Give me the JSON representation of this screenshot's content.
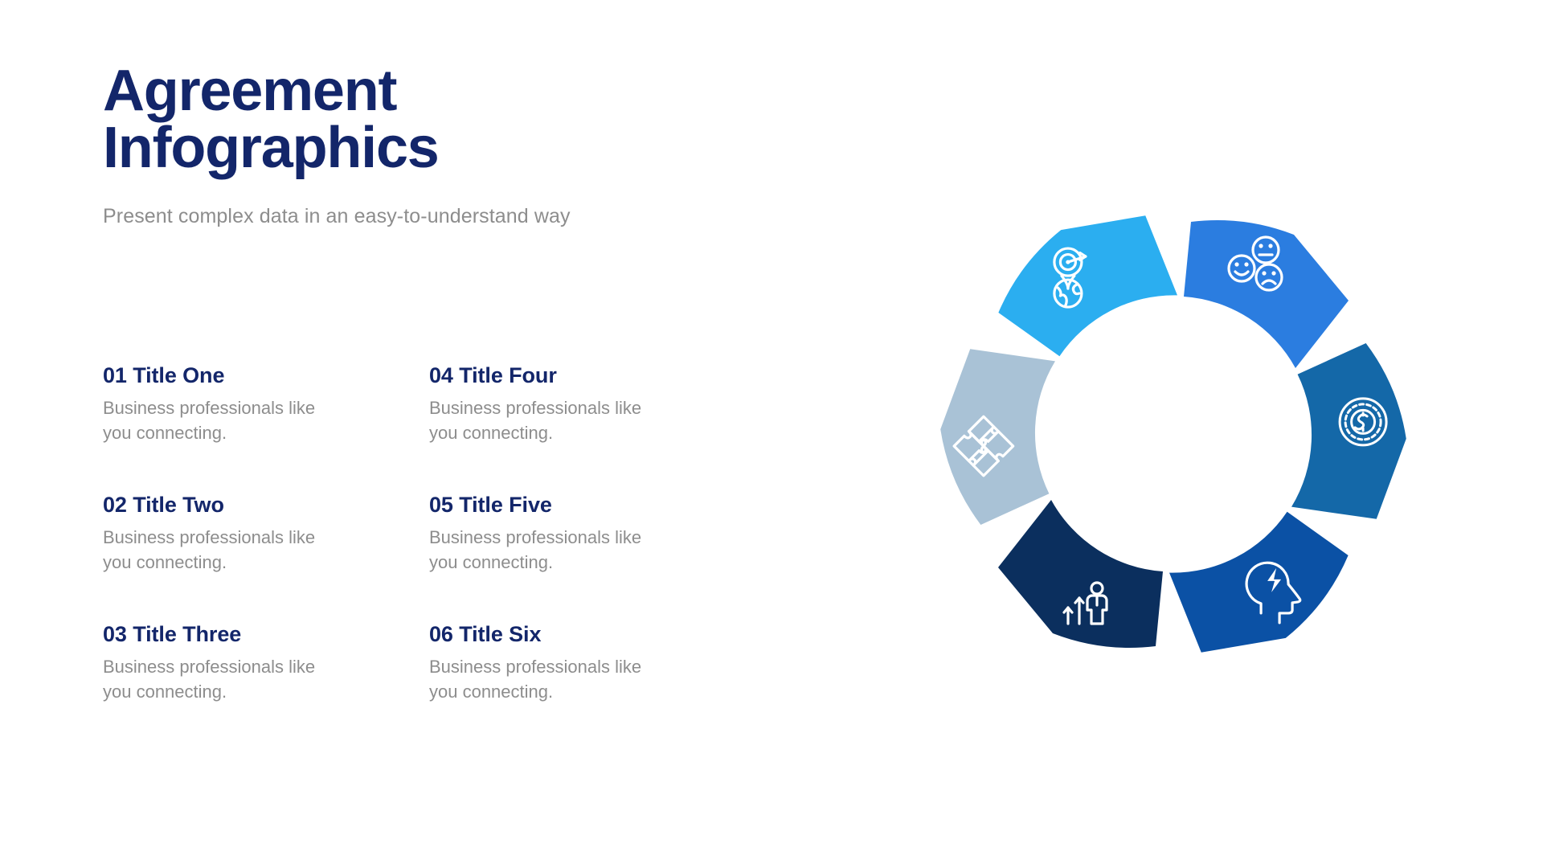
{
  "header": {
    "title_line_1": "Agreement",
    "title_line_2": "Infographics",
    "subtitle": "Present complex data in an easy-to-understand way",
    "title_color": "#13266a",
    "subtitle_color": "#8d8d8d"
  },
  "items": [
    {
      "title": "01 Title One",
      "desc": "Business professionals like you connecting."
    },
    {
      "title": "04 Title Four",
      "desc": "Business professionals like you connecting."
    },
    {
      "title": "02 Title Two",
      "desc": "Business professionals like you connecting."
    },
    {
      "title": "05 Title Five",
      "desc": "Business professionals like you connecting."
    },
    {
      "title": "03 Title Three",
      "desc": "Business professionals like you connecting."
    },
    {
      "title": "06 Title Six",
      "desc": "Business professionals like you connecting."
    }
  ],
  "chart_data": {
    "type": "pie",
    "title": "Agreement Infographics cycle",
    "layout": "six-segment clockwise circular arrow ring",
    "categories": [
      "01 Title One",
      "02 Title Two",
      "03 Title Three",
      "04 Title Four",
      "05 Title Five",
      "06 Title Six"
    ],
    "values": [
      1,
      1,
      1,
      1,
      1,
      1
    ],
    "segments": [
      {
        "index": 1,
        "label": "01 Title One",
        "color": "#2bade f0",
        "icon": "target-goal-icon",
        "angle_start": -85,
        "angle_end": -20
      },
      {
        "index": 2,
        "label": "02 Title Two",
        "color": "#2b7de0",
        "icon": "emoticon-feedback-icon",
        "angle_start": -20,
        "angle_end": 45
      },
      {
        "index": 3,
        "label": "03 Title Three",
        "color": "#1468a8",
        "icon": "dollar-coin-icon",
        "angle_start": 45,
        "angle_end": 110
      },
      {
        "index": 4,
        "label": "04 Title Four",
        "color": "#0b51a5",
        "icon": "head-idea-icon",
        "angle_start": 110,
        "angle_end": 175
      },
      {
        "index": 5,
        "label": "05 Title Five",
        "color": "#0b2f5e",
        "icon": "growth-person-icon",
        "angle_start": 175,
        "angle_end": 240
      },
      {
        "index": 6,
        "label": "06 Title Six",
        "color": "#a9c2d6",
        "icon": "puzzle-pieces-icon",
        "angle_start": 240,
        "angle_end": 305
      }
    ]
  },
  "palette": {
    "arrow_1": "#2baef0",
    "arrow_2": "#2b7de0",
    "arrow_3": "#1468a8",
    "arrow_4": "#0b51a5",
    "arrow_5": "#0b2f5e",
    "arrow_6": "#a9c2d6",
    "background": "#ffffff",
    "icon_stroke": "#ffffff"
  }
}
